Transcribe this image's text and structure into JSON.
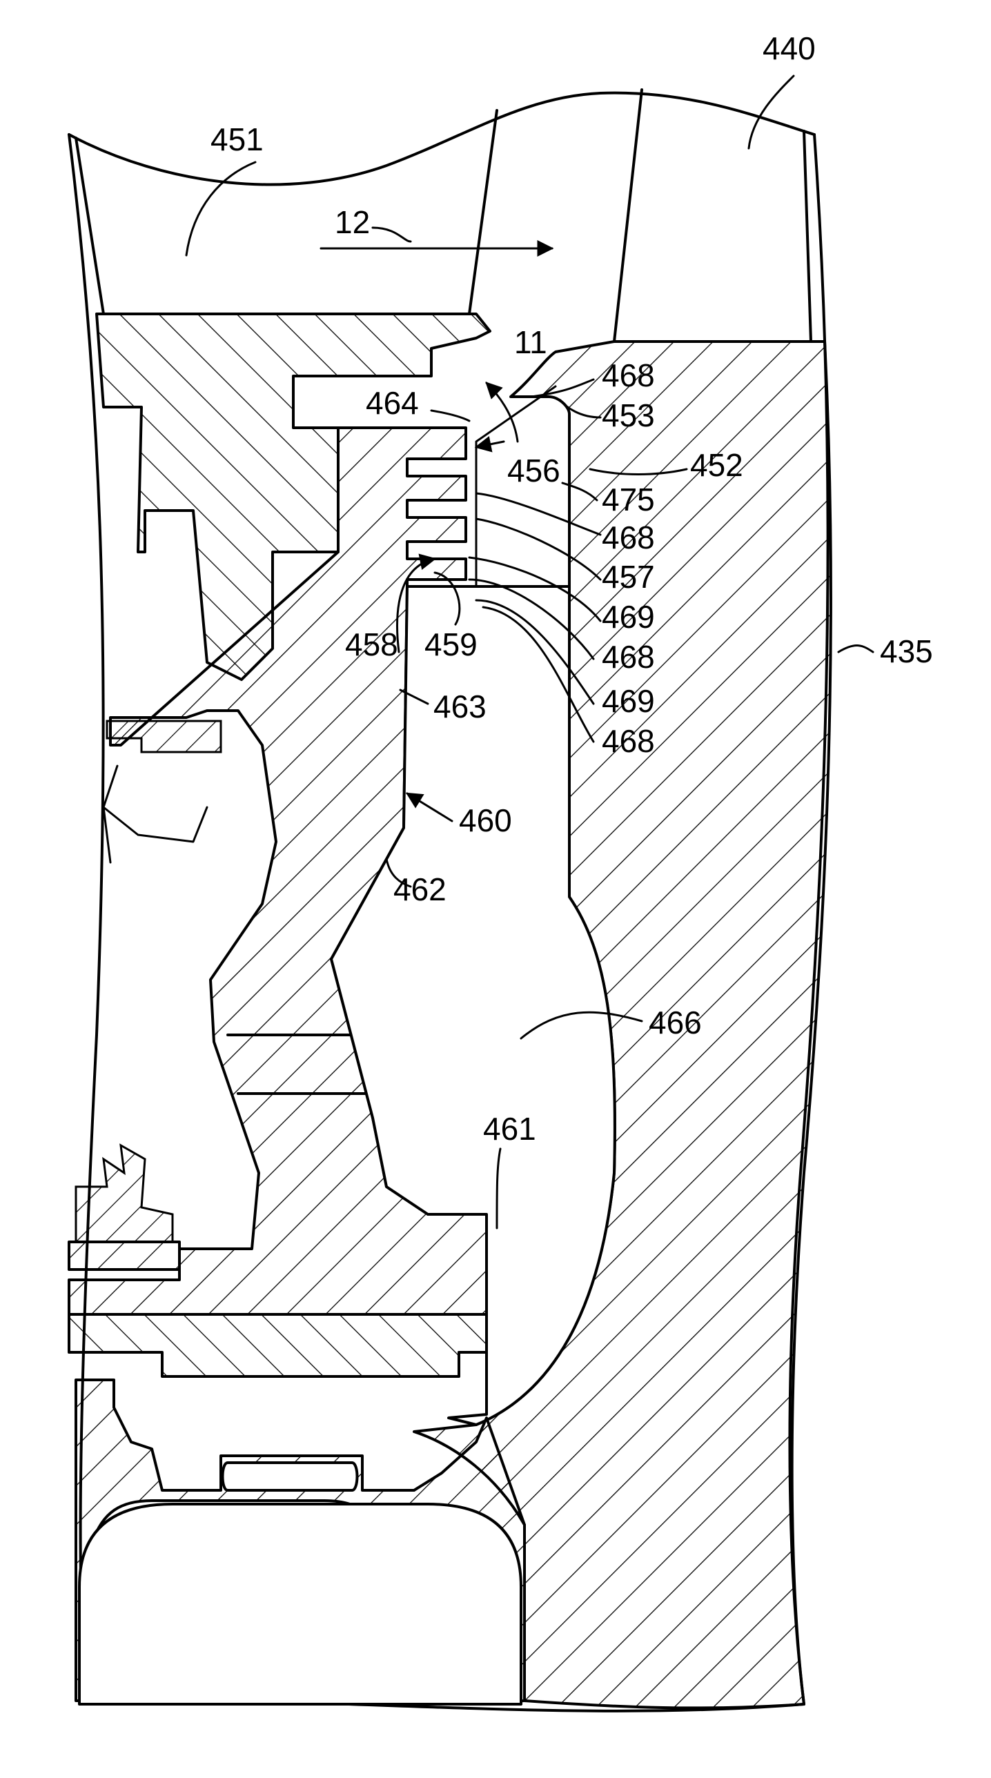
{
  "labels": {
    "r440": "440",
    "r451": "451",
    "r12": "12",
    "r11": "11",
    "r464": "464",
    "r468a": "468",
    "r453": "453",
    "r452": "452",
    "r456": "456",
    "r475": "475",
    "r468b": "468",
    "r457": "457",
    "r469a": "469",
    "r458": "458",
    "r459": "459",
    "r468c": "468",
    "r435": "435",
    "r463": "463",
    "r469b": "469",
    "r468d": "468",
    "r460": "460",
    "r462": "462",
    "r466": "466",
    "r461": "461"
  }
}
